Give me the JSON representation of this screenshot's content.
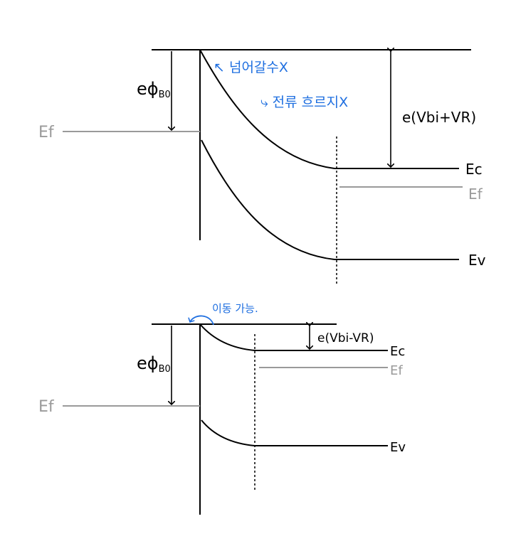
{
  "colors": {
    "ink": "#000000",
    "fermi": "#9a9a9a",
    "note": "#1f6fe0"
  },
  "top_diagram": {
    "barrier_label": "eϕ",
    "barrier_sub": "B0",
    "metal_fermi_label": "Ef",
    "bias_label": "e(Vbi+VR)",
    "ec_label": "Ec",
    "semi_fermi_label": "Ef",
    "ev_label": "Ev",
    "note_1": "↖ 넘어갈수X",
    "note_2": "⤷ 전류 흐르지X"
  },
  "bottom_diagram": {
    "barrier_label": "eϕ",
    "barrier_sub": "B0",
    "metal_fermi_label": "Ef",
    "bias_label": "e(Vbi-VR)",
    "ec_label": "Ec",
    "semi_fermi_label": "Ef",
    "ev_label": "Ev",
    "note_1": "이동 가능."
  }
}
